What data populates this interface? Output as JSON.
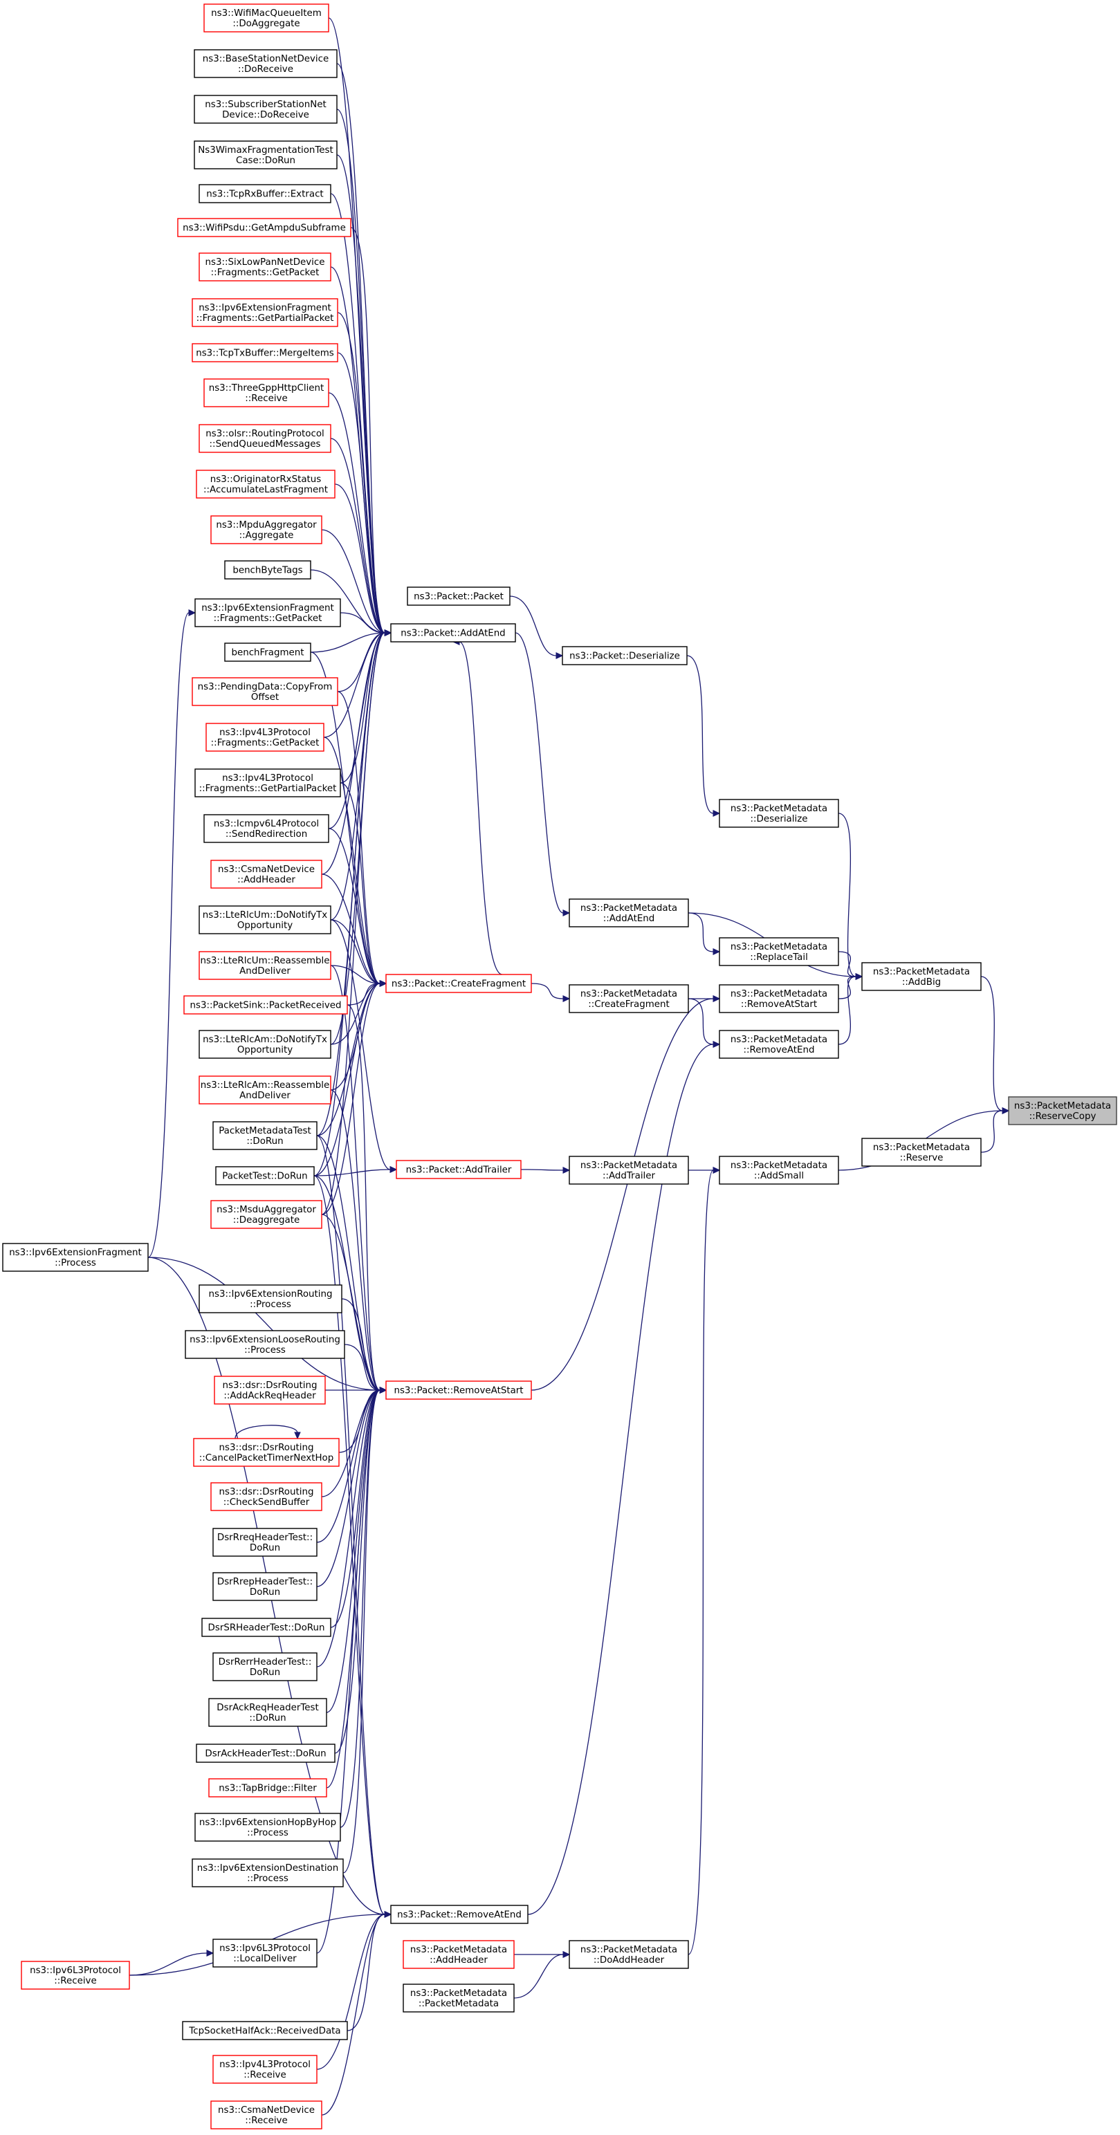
{
  "colors": {
    "edge": "#191970",
    "node_border_default": "#000000",
    "node_border_truncated": "#ff0000",
    "node_fill": "#ffffff",
    "focus_fill": "#bfbfbf",
    "focus_border": "#404040"
  },
  "nodes": [
    {
      "id": "reservecopy",
      "label": [
        "ns3::PacketMetadata",
        "::ReserveCopy"
      ],
      "style": "focus"
    },
    {
      "id": "reserve",
      "label": [
        "ns3::PacketMetadata",
        "::Reserve"
      ],
      "style": "default"
    },
    {
      "id": "addbig",
      "label": [
        "ns3::PacketMetadata",
        "::AddBig"
      ],
      "style": "default"
    },
    {
      "id": "addsmall",
      "label": [
        "ns3::PacketMetadata",
        "::AddSmall"
      ],
      "style": "default"
    },
    {
      "id": "pm_deserialize",
      "label": [
        "ns3::PacketMetadata",
        "::Deserialize"
      ],
      "style": "default"
    },
    {
      "id": "pm_addatend",
      "label": [
        "ns3::PacketMetadata",
        "::AddAtEnd"
      ],
      "style": "default"
    },
    {
      "id": "replacetail",
      "label": [
        "ns3::PacketMetadata",
        "::ReplaceTail"
      ],
      "style": "default"
    },
    {
      "id": "pm_removeatstart",
      "label": [
        "ns3::PacketMetadata",
        "::RemoveAtStart"
      ],
      "style": "default"
    },
    {
      "id": "pm_removeatend",
      "label": [
        "ns3::PacketMetadata",
        "::RemoveAtEnd"
      ],
      "style": "default"
    },
    {
      "id": "pm_createfragment",
      "label": [
        "ns3::PacketMetadata",
        "::CreateFragment"
      ],
      "style": "default"
    },
    {
      "id": "pm_addtrailer",
      "label": [
        "ns3::PacketMetadata",
        "::AddTrailer"
      ],
      "style": "default"
    },
    {
      "id": "pm_doaddheader",
      "label": [
        "ns3::PacketMetadata",
        "::DoAddHeader"
      ],
      "style": "default"
    },
    {
      "id": "p_deserialize",
      "label": [
        "ns3::Packet::Deserialize"
      ],
      "style": "default"
    },
    {
      "id": "p_packet",
      "label": [
        "ns3::Packet::Packet"
      ],
      "style": "default"
    },
    {
      "id": "p_addatend",
      "label": [
        "ns3::Packet::AddAtEnd"
      ],
      "style": "default"
    },
    {
      "id": "p_createfragment",
      "label": [
        "ns3::Packet::CreateFragment"
      ],
      "style": "truncated"
    },
    {
      "id": "p_addtrailer",
      "label": [
        "ns3::Packet::AddTrailer"
      ],
      "style": "truncated"
    },
    {
      "id": "p_removeatstart",
      "label": [
        "ns3::Packet::RemoveAtStart"
      ],
      "style": "truncated"
    },
    {
      "id": "p_removeatend",
      "label": [
        "ns3::Packet::RemoveAtEnd"
      ],
      "style": "default"
    },
    {
      "id": "pm_addheader",
      "label": [
        "ns3::PacketMetadata",
        "::AddHeader"
      ],
      "style": "truncated"
    },
    {
      "id": "pm_ctor",
      "label": [
        "ns3::PacketMetadata",
        "::PacketMetadata"
      ],
      "style": "default"
    },
    {
      "id": "wifimacqueue",
      "label": [
        "ns3::WifiMacQueueItem",
        "::DoAggregate"
      ],
      "style": "truncated"
    },
    {
      "id": "basestation",
      "label": [
        "ns3::BaseStationNetDevice",
        "::DoReceive"
      ],
      "style": "default"
    },
    {
      "id": "subscriber",
      "label": [
        "ns3::SubscriberStationNet",
        "Device::DoReceive"
      ],
      "style": "default"
    },
    {
      "id": "wimaxfrag",
      "label": [
        "Ns3WimaxFragmentationTest",
        "Case::DoRun"
      ],
      "style": "default"
    },
    {
      "id": "tcprxbuffer",
      "label": [
        "ns3::TcpRxBuffer::Extract"
      ],
      "style": "default"
    },
    {
      "id": "wifipsdu",
      "label": [
        "ns3::WifiPsdu::GetAmpduSubframe"
      ],
      "style": "truncated"
    },
    {
      "id": "sixlowpan",
      "label": [
        "ns3::SixLowPanNetDevice",
        "::Fragments::GetPacket"
      ],
      "style": "truncated"
    },
    {
      "id": "ipv6ext_partial",
      "label": [
        "ns3::Ipv6ExtensionFragment",
        "::Fragments::GetPartialPacket"
      ],
      "style": "truncated"
    },
    {
      "id": "tcptxbuffer",
      "label": [
        "ns3::TcpTxBuffer::MergeItems"
      ],
      "style": "truncated"
    },
    {
      "id": "threegpp",
      "label": [
        "ns3::ThreeGppHttpClient",
        "::Receive"
      ],
      "style": "truncated"
    },
    {
      "id": "olsr",
      "label": [
        "ns3::olsr::RoutingProtocol",
        "::SendQueuedMessages"
      ],
      "style": "truncated"
    },
    {
      "id": "originator",
      "label": [
        "ns3::OriginatorRxStatus",
        "::AccumulateLastFragment"
      ],
      "style": "truncated"
    },
    {
      "id": "mpduagg",
      "label": [
        "ns3::MpduAggregator",
        "::Aggregate"
      ],
      "style": "truncated"
    },
    {
      "id": "benchbytetags",
      "label": [
        "benchByteTags"
      ],
      "style": "default"
    },
    {
      "id": "ipv6ext_getpacket",
      "label": [
        "ns3::Ipv6ExtensionFragment",
        "::Fragments::GetPacket"
      ],
      "style": "default"
    },
    {
      "id": "benchfragment",
      "label": [
        "benchFragment"
      ],
      "style": "default"
    },
    {
      "id": "pendingdata",
      "label": [
        "ns3::PendingData::CopyFrom",
        "Offset"
      ],
      "style": "truncated"
    },
    {
      "id": "ipv4l3_getpacket",
      "label": [
        "ns3::Ipv4L3Protocol",
        "::Fragments::GetPacket"
      ],
      "style": "truncated"
    },
    {
      "id": "ipv4l3_partial",
      "label": [
        "ns3::Ipv4L3Protocol",
        "::Fragments::GetPartialPacket"
      ],
      "style": "default"
    },
    {
      "id": "icmpv6",
      "label": [
        "ns3::Icmpv6L4Protocol",
        "::SendRedirection"
      ],
      "style": "default"
    },
    {
      "id": "csma_addheader",
      "label": [
        "ns3::CsmaNetDevice",
        "::AddHeader"
      ],
      "style": "truncated"
    },
    {
      "id": "lterlcum_tx",
      "label": [
        "ns3::LteRlcUm::DoNotifyTx",
        "Opportunity"
      ],
      "style": "default"
    },
    {
      "id": "lterlcum_reasm",
      "label": [
        "ns3::LteRlcUm::Reassemble",
        "AndDeliver"
      ],
      "style": "truncated"
    },
    {
      "id": "packetsink",
      "label": [
        "ns3::PacketSink::PacketReceived"
      ],
      "style": "truncated"
    },
    {
      "id": "lterlcam_tx",
      "label": [
        "ns3::LteRlcAm::DoNotifyTx",
        "Opportunity"
      ],
      "style": "default"
    },
    {
      "id": "lterlcam_reasm",
      "label": [
        "ns3::LteRlcAm::Reassemble",
        "AndDeliver"
      ],
      "style": "truncated"
    },
    {
      "id": "packetmetadatatest",
      "label": [
        "PacketMetadataTest",
        "::DoRun"
      ],
      "style": "default"
    },
    {
      "id": "packettest",
      "label": [
        "PacketTest::DoRun"
      ],
      "style": "default"
    },
    {
      "id": "msduagg",
      "label": [
        "ns3::MsduAggregator",
        "::Deaggregate"
      ],
      "style": "truncated"
    },
    {
      "id": "ipv6ext_process",
      "label": [
        "ns3::Ipv6ExtensionFragment",
        "::Process"
      ],
      "style": "default"
    },
    {
      "id": "ipv6routing",
      "label": [
        "ns3::Ipv6ExtensionRouting",
        "::Process"
      ],
      "style": "default"
    },
    {
      "id": "ipv6loose",
      "label": [
        "ns3::Ipv6ExtensionLooseRouting",
        "::Process"
      ],
      "style": "default"
    },
    {
      "id": "dsr_addack",
      "label": [
        "ns3::dsr::DsrRouting",
        "::AddAckReqHeader"
      ],
      "style": "truncated"
    },
    {
      "id": "dsr_cancel",
      "label": [
        "ns3::dsr::DsrRouting",
        "::CancelPacketTimerNextHop"
      ],
      "style": "truncated"
    },
    {
      "id": "dsr_checksend",
      "label": [
        "ns3::dsr::DsrRouting",
        "::CheckSendBuffer"
      ],
      "style": "truncated"
    },
    {
      "id": "dsrrreq",
      "label": [
        "DsrRreqHeaderTest::",
        "DoRun"
      ],
      "style": "default"
    },
    {
      "id": "dsrrrep",
      "label": [
        "DsrRrepHeaderTest::",
        "DoRun"
      ],
      "style": "default"
    },
    {
      "id": "dsrsr",
      "label": [
        "DsrSRHeaderTest::DoRun"
      ],
      "style": "default"
    },
    {
      "id": "dsrrerr",
      "label": [
        "DsrRerrHeaderTest::",
        "DoRun"
      ],
      "style": "default"
    },
    {
      "id": "dsrackreq",
      "label": [
        "DsrAckReqHeaderTest",
        "::DoRun"
      ],
      "style": "default"
    },
    {
      "id": "dsrack",
      "label": [
        "DsrAckHeaderTest::DoRun"
      ],
      "style": "default"
    },
    {
      "id": "tapbridge",
      "label": [
        "ns3::TapBridge::Filter"
      ],
      "style": "truncated"
    },
    {
      "id": "ipv6hopbyhop",
      "label": [
        "ns3::Ipv6ExtensionHopByHop",
        "::Process"
      ],
      "style": "default"
    },
    {
      "id": "ipv6dest",
      "label": [
        "ns3::Ipv6ExtensionDestination",
        "::Process"
      ],
      "style": "default"
    },
    {
      "id": "ipv6l3_localdeliver",
      "label": [
        "ns3::Ipv6L3Protocol",
        "::LocalDeliver"
      ],
      "style": "default"
    },
    {
      "id": "ipv6l3_receive",
      "label": [
        "ns3::Ipv6L3Protocol",
        "::Receive"
      ],
      "style": "truncated"
    },
    {
      "id": "tcpsockethalf",
      "label": [
        "TcpSocketHalfAck::ReceivedData"
      ],
      "style": "default"
    },
    {
      "id": "ipv4l3_receive",
      "label": [
        "ns3::Ipv4L3Protocol",
        "::Receive"
      ],
      "style": "truncated"
    },
    {
      "id": "csma_receive",
      "label": [
        "ns3::CsmaNetDevice",
        "::Receive"
      ],
      "style": "truncated"
    }
  ]
}
